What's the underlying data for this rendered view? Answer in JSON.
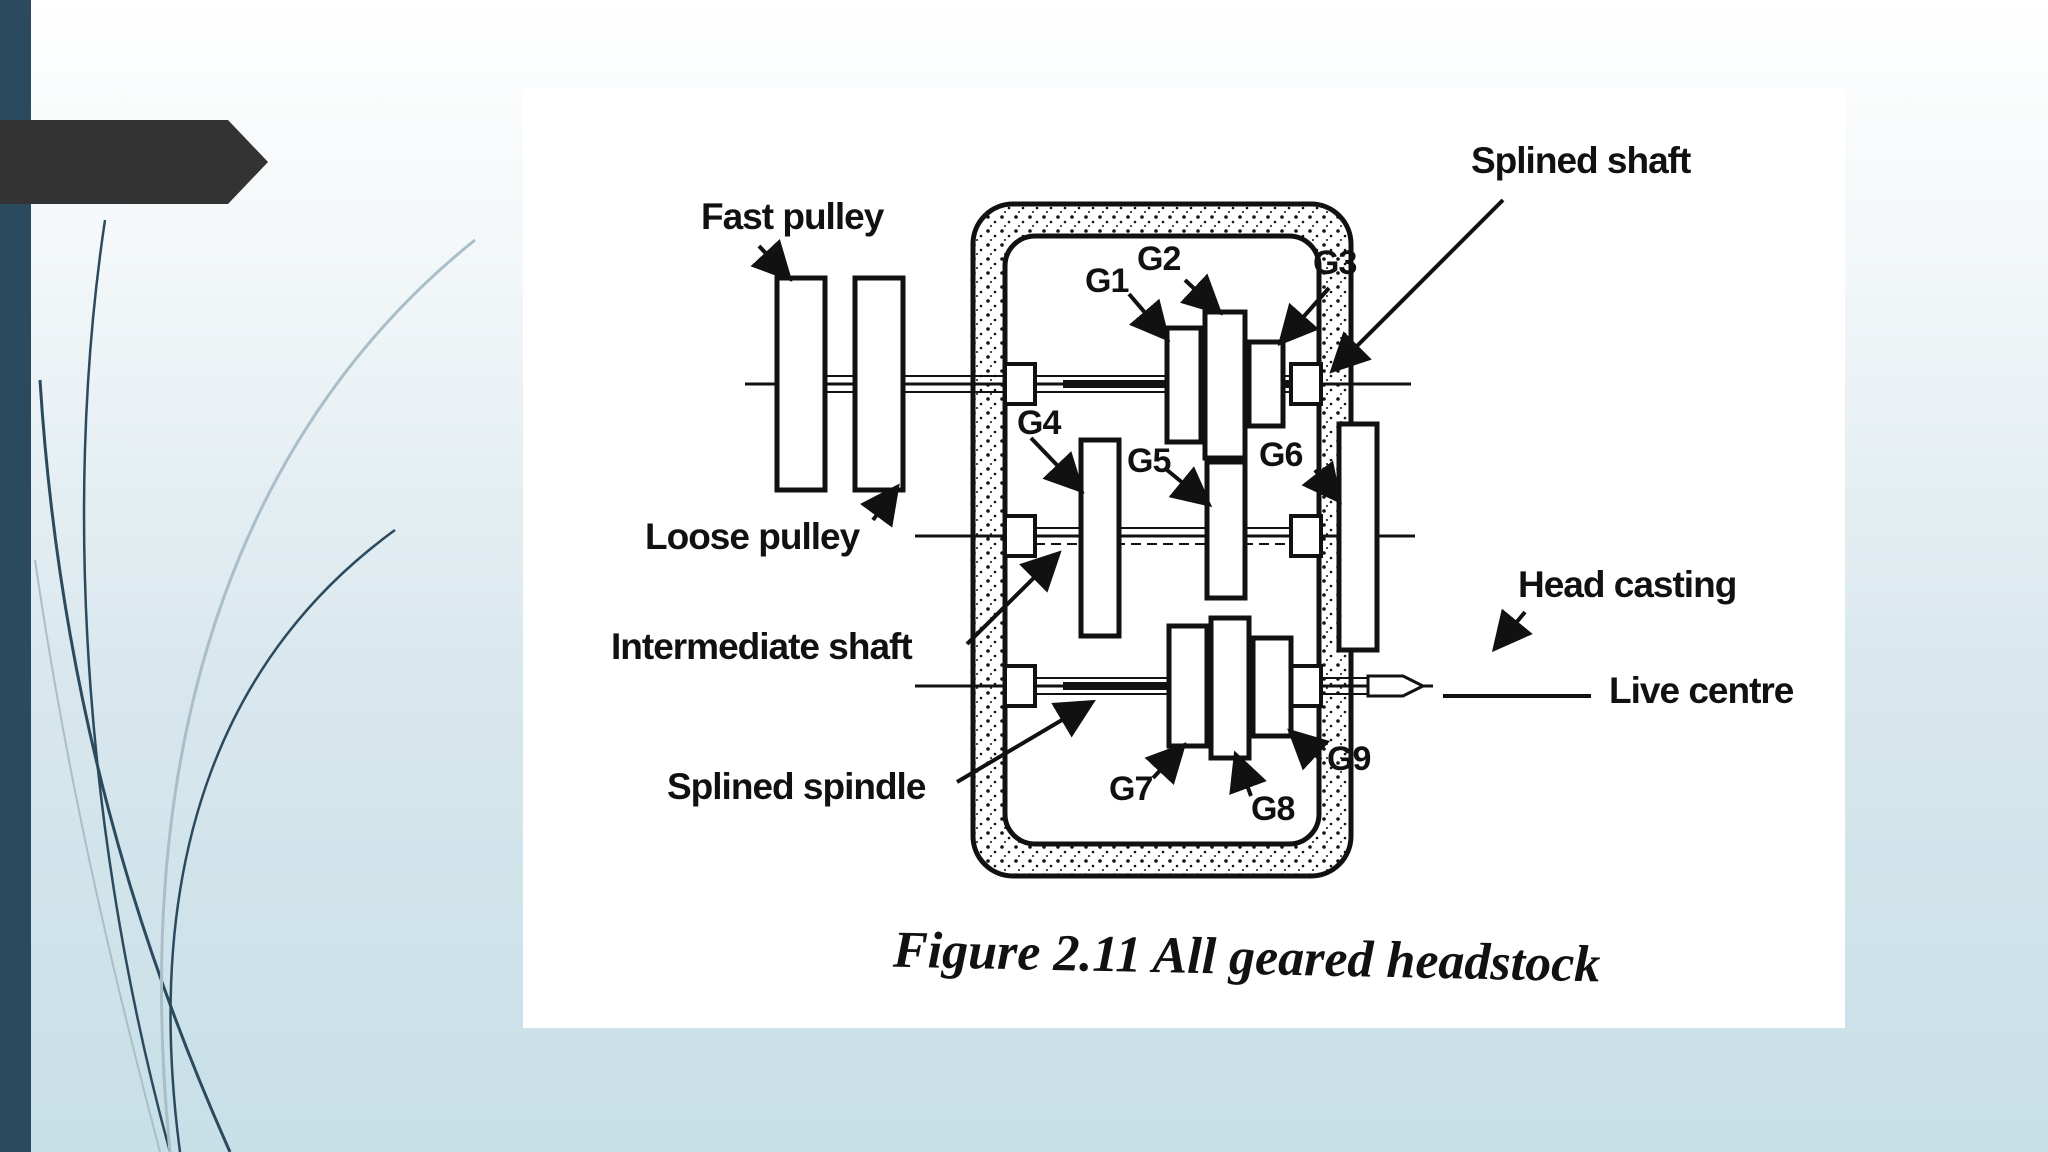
{
  "figure": {
    "caption": "Figure 2.11 All geared headstock",
    "labels": {
      "fast_pulley": "Fast pulley",
      "loose_pulley": "Loose pulley",
      "intermediate_shaft": "Intermediate shaft",
      "splined_spindle": "Splined spindle",
      "splined_shaft": "Splined shaft",
      "head_casting": "Head casting",
      "live_centre": "Live centre"
    },
    "gears": [
      "G1",
      "G2",
      "G3",
      "G4",
      "G5",
      "G6",
      "G7",
      "G8",
      "G9"
    ]
  },
  "colors": {
    "sidebar": "#2c4a5e",
    "tab": "#333333",
    "swirl": "#2c4a5e"
  }
}
